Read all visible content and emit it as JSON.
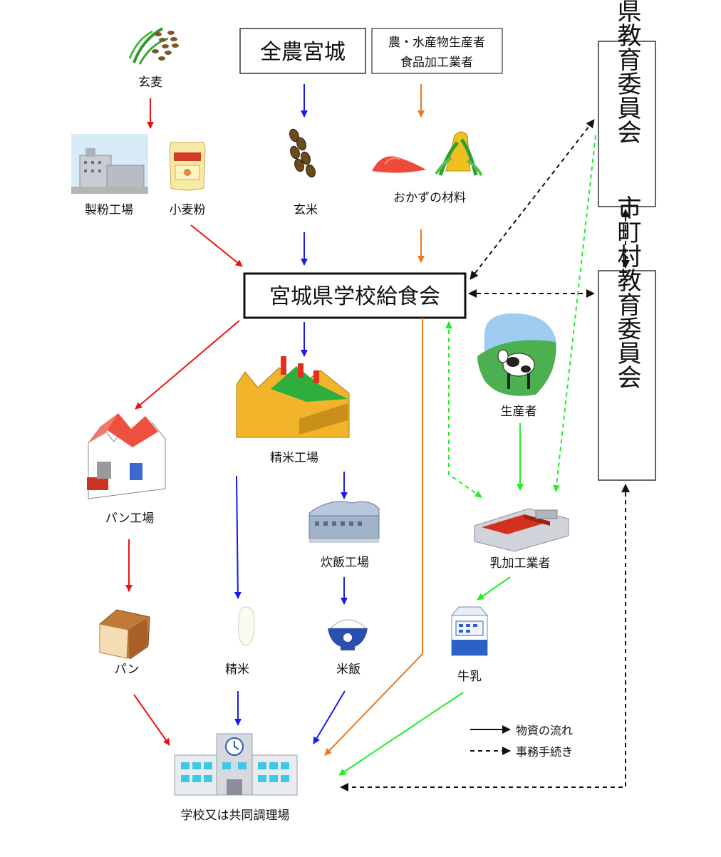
{
  "boxes": {
    "zennou": "全農宮城",
    "producers": [
      "農・水産物生産者",
      "食品加工業者"
    ],
    "prefecture_board": "県教育委員会",
    "municipal_board": "市町村教育委員会",
    "kyushoku_kai": "宮城県学校給食会"
  },
  "items": {
    "genbaku": "玄麦",
    "seifun_factory": "製粉工場",
    "komugiko": "小麦粉",
    "genmai": "玄米",
    "okazu": "おかずの材料",
    "seimai_factory": "精米工場",
    "pan_factory": "パン工場",
    "suihan_factory": "炊飯工場",
    "pan": "パン",
    "seimai": "精米",
    "beihan": "米飯",
    "dairy_producer": "生産者",
    "milk_processor": "乳加工業者",
    "milk": "牛乳",
    "school": "学校又は共同調理場"
  },
  "legend": {
    "solid": "物資の流れ",
    "dashed": "事務手続き"
  },
  "colors": {
    "wheat_flow": "#ee1111",
    "rice_flow": "#1a1aee",
    "side_dish_flow": "#f07818",
    "milk_flow": "#22ee22",
    "admin_flow": "#111111"
  }
}
